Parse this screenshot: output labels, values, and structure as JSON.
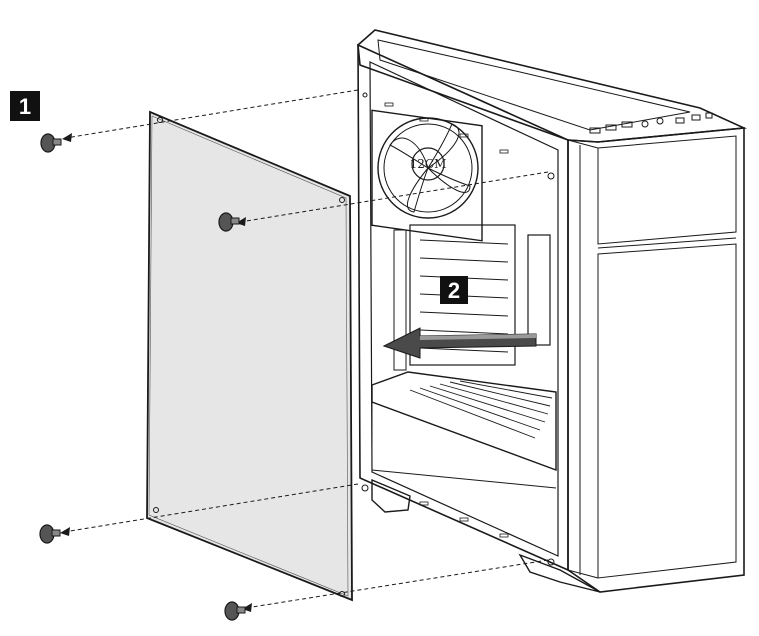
{
  "steps": {
    "step1": "1",
    "step2": "2"
  },
  "fan": {
    "label": "12CM"
  },
  "colors": {
    "ink": "#1a1a1a",
    "panel_fill": "#e8e8e8",
    "badge_fill": "#111111",
    "background": "#ffffff"
  },
  "icons": {
    "screw": "thumb-screw-icon",
    "arrow": "removal-arrow-icon"
  }
}
